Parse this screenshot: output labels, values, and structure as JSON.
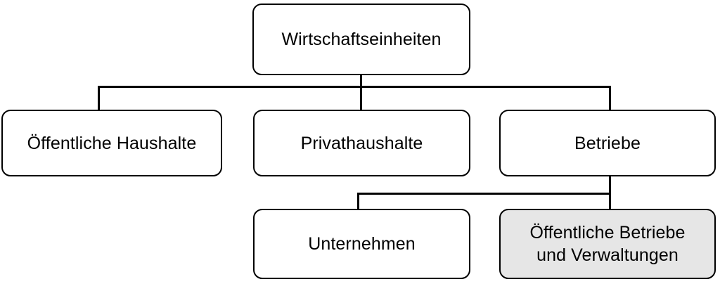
{
  "diagram": {
    "title": "Wirtschaftseinheiten",
    "language": "de",
    "type": "hierarchy-tree",
    "colors": {
      "node_fill": "#ffffff",
      "node_highlight_fill": "#e6e6e6",
      "node_border": "#000000",
      "connector": "#000000",
      "text": "#000000",
      "background": "#ffffff"
    },
    "nodes": {
      "root": {
        "label": "Wirtschaftseinheiten",
        "level": 0,
        "highlighted": false
      },
      "oeffentliche_haushalte": {
        "label": "Öffentliche Haushalte",
        "level": 1,
        "highlighted": false
      },
      "privathaushalte": {
        "label": "Privathaushalte",
        "level": 1,
        "highlighted": false
      },
      "betriebe": {
        "label": "Betriebe",
        "level": 1,
        "highlighted": false
      },
      "unternehmen": {
        "label": "Unternehmen",
        "level": 2,
        "highlighted": false
      },
      "oeffentliche_betriebe": {
        "label": "Öffentliche Betriebe\nund Verwaltungen",
        "level": 2,
        "highlighted": true
      }
    },
    "edges": [
      {
        "from": "root",
        "to": "oeffentliche_haushalte"
      },
      {
        "from": "root",
        "to": "privathaushalte"
      },
      {
        "from": "root",
        "to": "betriebe"
      },
      {
        "from": "betriebe",
        "to": "unternehmen"
      },
      {
        "from": "betriebe",
        "to": "oeffentliche_betriebe"
      }
    ]
  }
}
